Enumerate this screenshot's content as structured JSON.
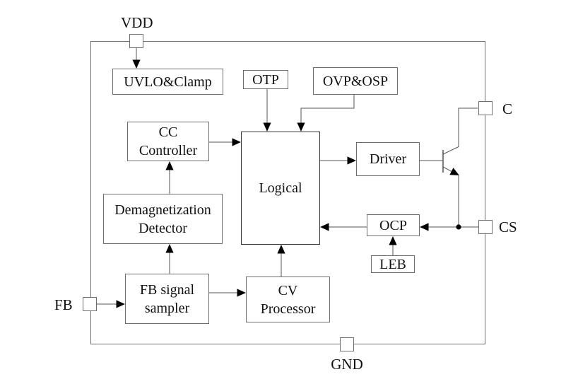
{
  "pins": {
    "vdd": "VDD",
    "c": "C",
    "cs": "CS",
    "gnd": "GND",
    "fb": "FB"
  },
  "blocks": {
    "uvlo_clamp": "UVLO&Clamp",
    "otp": "OTP",
    "ovp_osp": "OVP&OSP",
    "cc_controller": "CC\nController",
    "logical": "Logical",
    "driver": "Driver",
    "demagnetization_detector": "Demagnetization\nDetector",
    "ocp": "OCP",
    "leb": "LEB",
    "fb_signal_sampler": "FB signal\nsampler",
    "cv_processor": "CV\nProcessor"
  },
  "colors": {
    "background": "#ffffff",
    "wire": "#6e6e6e",
    "arrow": "#000000",
    "text": "#111111"
  }
}
